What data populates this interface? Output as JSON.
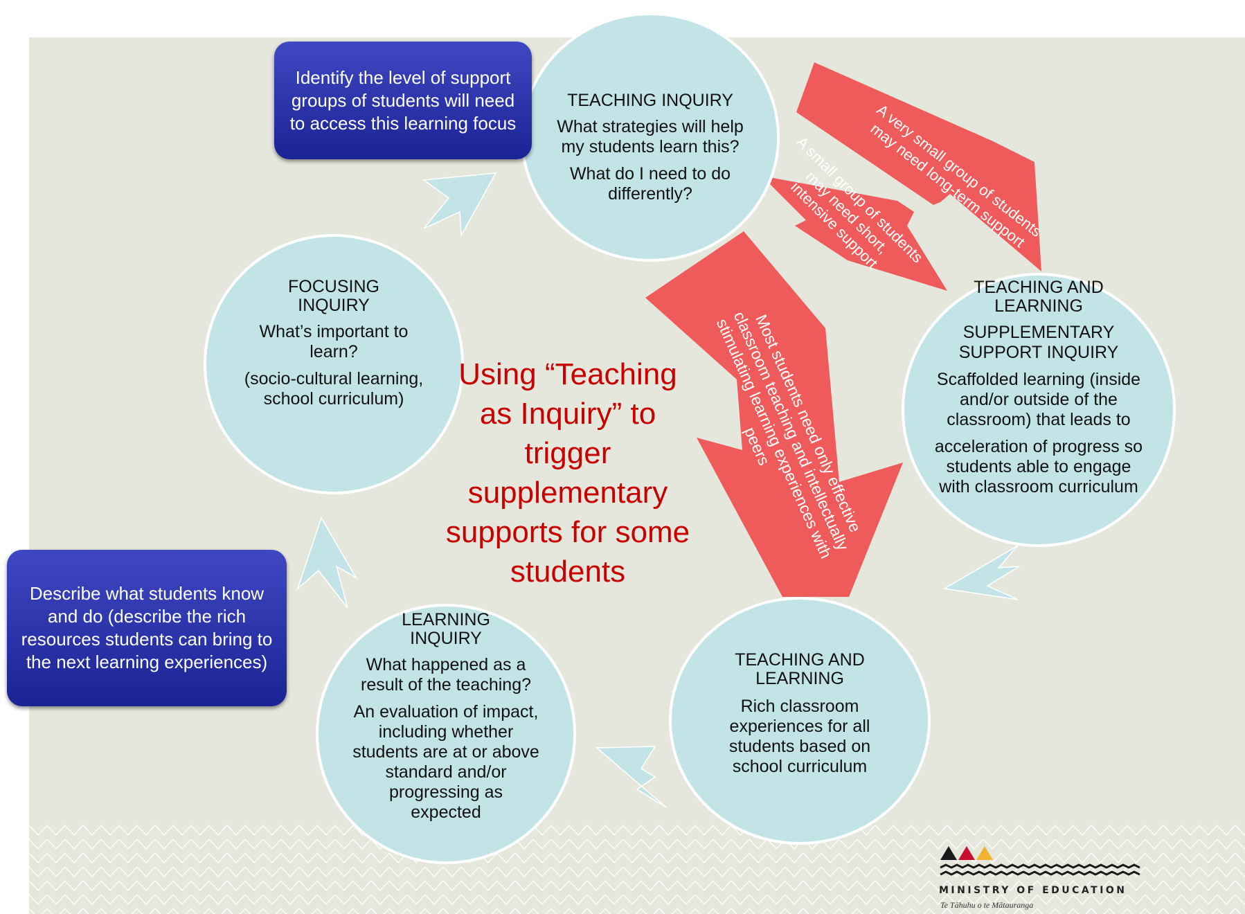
{
  "center_title": "Using “Teaching as Inquiry” to trigger supplementary supports for some students",
  "teaching_inquiry": {
    "title": "TEACHING INQUIRY",
    "q1": "What strategies will help my students learn this?",
    "q2": "What do I need to do differently?"
  },
  "focusing_inquiry": {
    "title": "FOCUSING INQUIRY",
    "q1": "What’s important to learn?",
    "q2": "(socio-cultural learning, school curriculum)"
  },
  "supplementary_inquiry": {
    "title": "TEACHING AND LEARNING",
    "subtitle": "SUPPLEMENTARY SUPPORT INQUIRY",
    "t1": "Scaffolded learning (inside and/or outside of the classroom) that leads to",
    "t2": "acceleration of progress so students able to engage with classroom curriculum"
  },
  "teaching_learning": {
    "title": "TEACHING AND LEARNING",
    "t1": "Rich classroom experiences for all students based on school curriculum"
  },
  "learning_inquiry": {
    "title": "LEARNING INQUIRY",
    "q1": "What happened as a result of the teaching?",
    "q2": "An evaluation of impact, including whether students are at or above standard and/or progressing as expected"
  },
  "box_identify": "Identify the level of support groups of students will need to access this learning focus",
  "box_describe": "Describe what students know and do (describe the rich resources  students can bring to the next learning experiences)",
  "arrow_most": "Most students need only effective classroom teaching  and intellectually stimulating learning experiences with peers",
  "arrow_small_group": "A small group of students may need short, intensive support",
  "arrow_very_small_group": "A very small group of students may need long-term support",
  "logo": {
    "name": "MINISTRY OF EDUCATION",
    "maori": "Te Tāhuhu o te Mātauranga"
  },
  "colors": {
    "circle_fill": "#c3e4e7",
    "arrow_red": "#ef5a5a",
    "box_blue": "#2a33ad",
    "title_red": "#c80000",
    "background": "#e6e7dc"
  }
}
